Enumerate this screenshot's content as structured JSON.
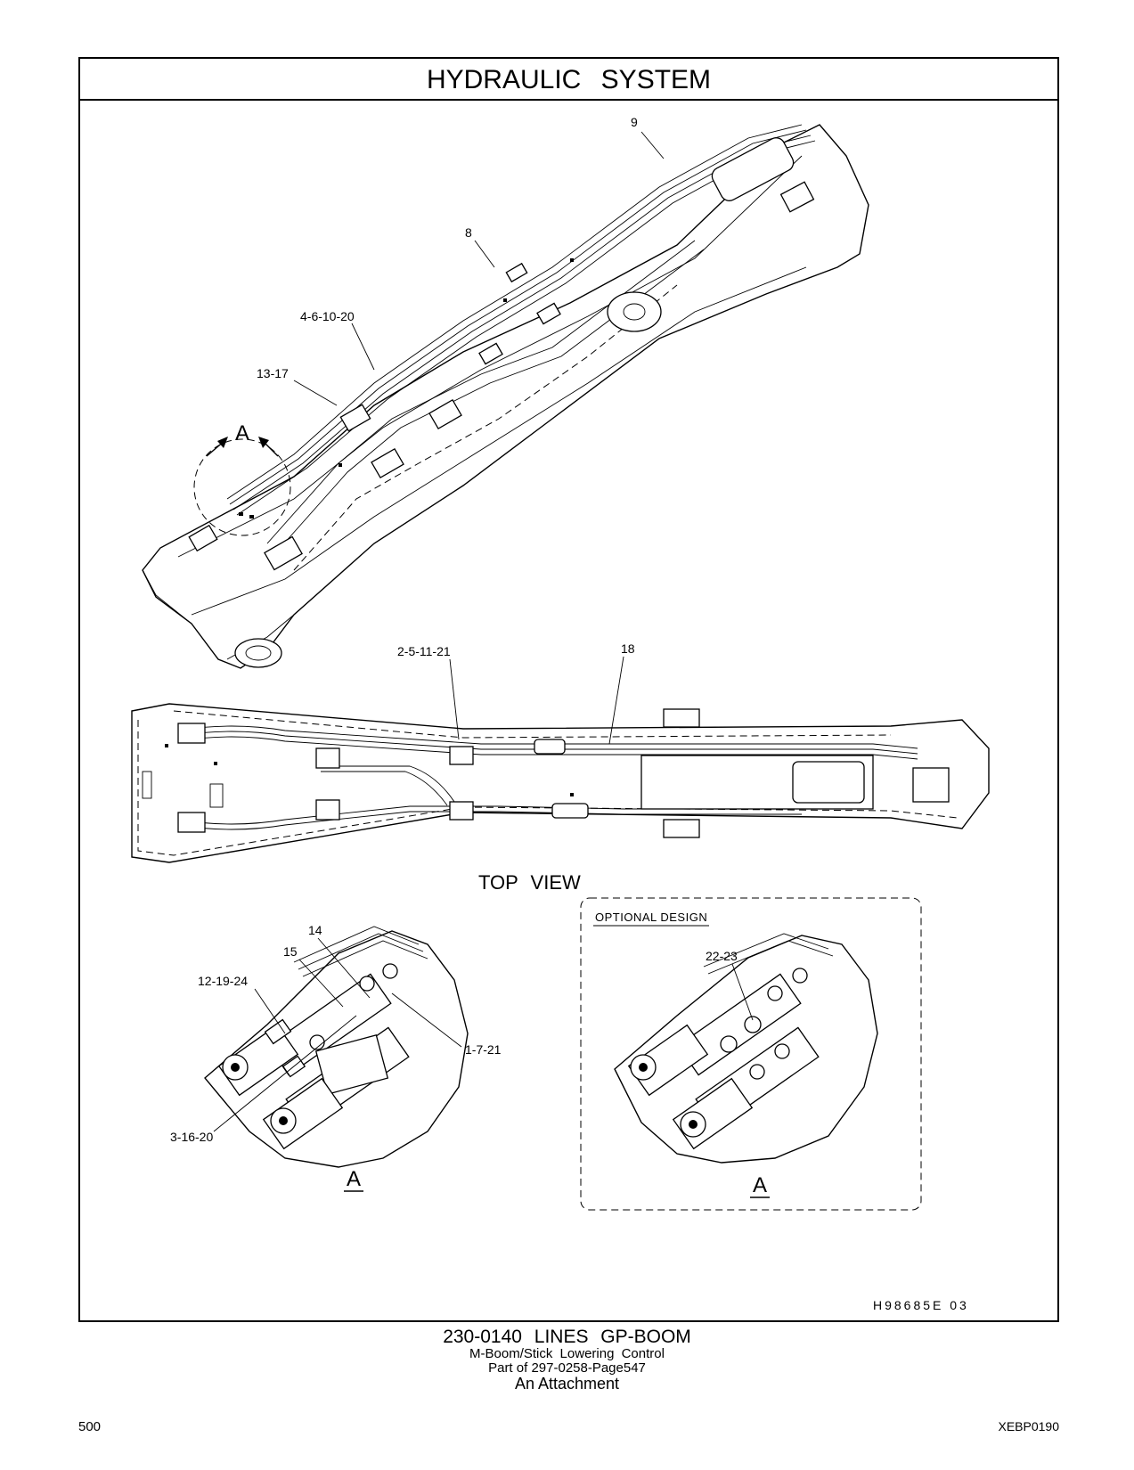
{
  "header": {
    "title": "HYDRAULIC   SYSTEM"
  },
  "callouts": {
    "c9": "9",
    "c8": "8",
    "c4_6_10_20": "4-6-10-20",
    "c13_17": "13-17",
    "c2_5_11_21": "2-5-11-21",
    "c18": "18",
    "c14": "14",
    "c15": "15",
    "c12_19_24": "12-19-24",
    "c1_7_21": "1-7-21",
    "c3_16_20": "3-16-20",
    "c22_23": "22-23"
  },
  "views": {
    "detail_marker": "A",
    "top_view": "TOP  VIEW",
    "detail_a_label": "A",
    "optional_design": "OPTIONAL  DESIGN",
    "optional_a_label": "A"
  },
  "drawing_number": "H98685E    03",
  "caption": {
    "main": "230-0140  LINES  GP-BOOM",
    "sub1": "M-Boom/Stick  Lowering  Control",
    "sub2": "Part of 297-0258-Page547",
    "sub3": "An Attachment"
  },
  "footer": {
    "page_number": "500",
    "doc_code": "XEBP0190"
  }
}
